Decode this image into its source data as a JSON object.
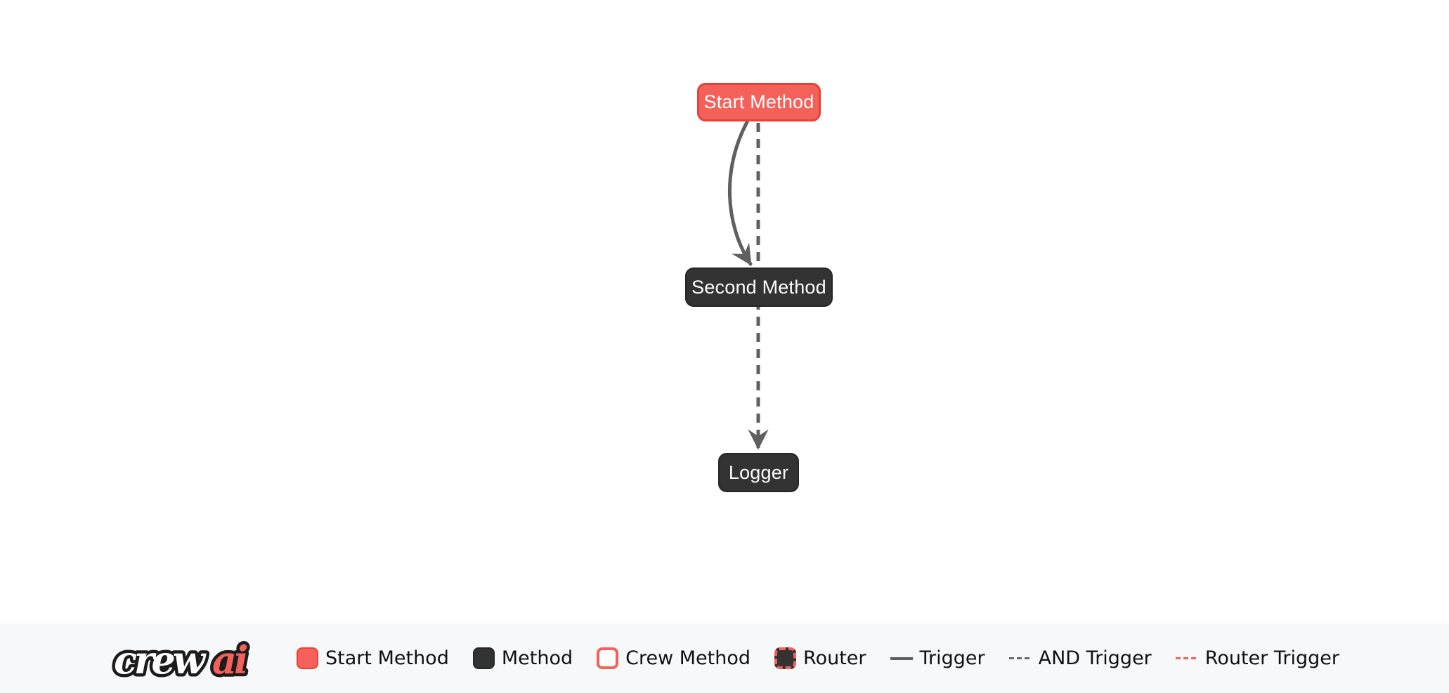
{
  "flow": {
    "nodes": [
      {
        "id": "start",
        "label": "Start Method",
        "type": "start-method"
      },
      {
        "id": "second",
        "label": "Second Method",
        "type": "method"
      },
      {
        "id": "logger",
        "label": "Logger",
        "type": "method"
      }
    ],
    "edges": [
      {
        "from": "start",
        "to": "second",
        "type": "trigger",
        "style": "solid-curved"
      },
      {
        "from": "start",
        "to": "logger",
        "type": "and-trigger",
        "style": "dashed-straight"
      }
    ]
  },
  "legend": {
    "logo": {
      "part1": "crew",
      "part2": "ai"
    },
    "items": [
      {
        "label": "Start Method",
        "swatch": "start-node"
      },
      {
        "label": "Method",
        "swatch": "method-node"
      },
      {
        "label": "Crew Method",
        "swatch": "crew-method-node"
      },
      {
        "label": "Router",
        "swatch": "router-node"
      },
      {
        "label": "Trigger",
        "swatch": "solid-line"
      },
      {
        "label": "AND Trigger",
        "swatch": "dashed-gray-line"
      },
      {
        "label": "Router Trigger",
        "swatch": "dashed-red-line"
      }
    ]
  },
  "colors": {
    "start_fill": "#f4615a",
    "start_border": "#e74236",
    "method_fill": "#333333",
    "method_border": "#262626",
    "edge_gray": "#5f5f5f",
    "router_trigger_red": "#f4615a",
    "legend_background": "#f7f8f9",
    "canvas_background": "#ffffff",
    "node_text": "#ffffff",
    "legend_text": "#111111"
  }
}
